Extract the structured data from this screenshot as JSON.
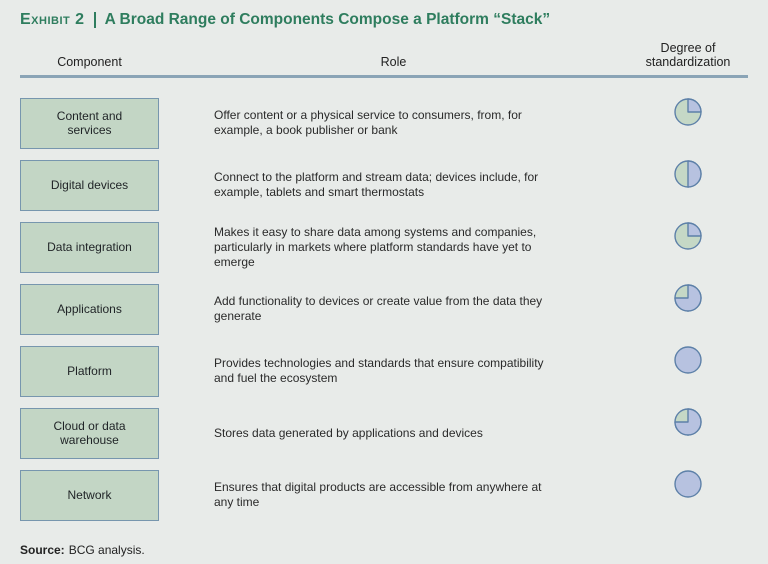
{
  "title": {
    "exhibit_label": "Exhibit 2",
    "text": "A Broad Range of Components Compose a Platform “Stack”"
  },
  "columns": {
    "component": "Component",
    "role": "Role",
    "standardization_line1": "Degree of",
    "standardization_line2": "standardization"
  },
  "rows": [
    {
      "component": "Content and services",
      "role": "Offer content or a physical service to consumers, from, for example, a book publisher or bank",
      "standardization_blue_fraction": 0.25
    },
    {
      "component": "Digital devices",
      "role": "Connect to the platform and stream data; devices include, for example, tablets and smart thermostats",
      "standardization_blue_fraction": 0.5
    },
    {
      "component": "Data integration",
      "role": "Makes it easy to share data among systems and companies, particularly in markets where platform standards have yet to emerge",
      "standardization_blue_fraction": 0.25
    },
    {
      "component": "Applications",
      "role": "Add functionality to devices or create value from the data they generate",
      "standardization_blue_fraction": 0.75
    },
    {
      "component": "Platform",
      "role": "Provides technologies and standards that ensure compatibility and fuel the ecosystem",
      "standardization_blue_fraction": 1
    },
    {
      "component": "Cloud or data warehouse",
      "role": "Stores data generated by applications and devices",
      "standardization_blue_fraction": 0.75
    },
    {
      "component": "Network",
      "role": "Ensures that digital products are accessible from anywhere at any time",
      "standardization_blue_fraction": 1
    }
  ],
  "source": {
    "label": "Source:",
    "text": "BCG analysis."
  },
  "colors": {
    "background": "#e8ebe9",
    "title_green": "#2e7d5e",
    "header_rule": "#8aa4b6",
    "box_fill": "#c3d6c5",
    "box_border": "#7796ae",
    "pie_green": "#c5d8c6",
    "pie_blue": "#b7c2e0",
    "pie_stroke": "#5d80a8"
  },
  "chart_data": {
    "type": "table",
    "title": "A Broad Range of Components Compose a Platform “Stack”",
    "columns": [
      "Component",
      "Role",
      "Degree of standardization"
    ],
    "legend_note": "Pie icons: blue slice drawn clockwise from 12 o'clock = degree of standardization; green = remainder",
    "rows": [
      {
        "component": "Content and services",
        "degree_of_standardization_pct": 25
      },
      {
        "component": "Digital devices",
        "degree_of_standardization_pct": 50
      },
      {
        "component": "Data integration",
        "degree_of_standardization_pct": 25
      },
      {
        "component": "Applications",
        "degree_of_standardization_pct": 75
      },
      {
        "component": "Platform",
        "degree_of_standardization_pct": 100
      },
      {
        "component": "Cloud or data warehouse",
        "degree_of_standardization_pct": 75
      },
      {
        "component": "Network",
        "degree_of_standardization_pct": 100
      }
    ]
  }
}
